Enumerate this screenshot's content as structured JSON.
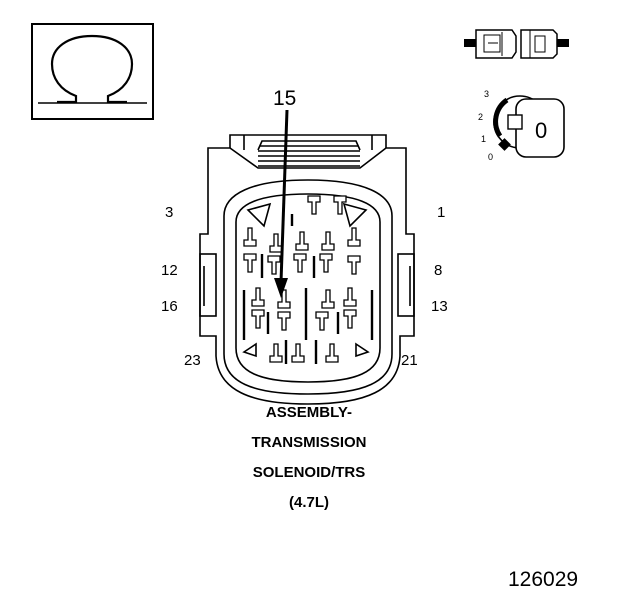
{
  "ohm_symbol": "Ω",
  "callout_pin": "15",
  "pin_labels": {
    "p3": "3",
    "p1": "1",
    "p12": "12",
    "p8": "8",
    "p16": "16",
    "p13": "13",
    "p23": "23",
    "p21": "21"
  },
  "ignition": {
    "positions": [
      "3",
      "2",
      "1",
      "0"
    ],
    "key_label": "0"
  },
  "caption": [
    "ASSEMBLY-",
    "TRANSMISSION",
    "SOLENOID/TRS",
    "(4.7L)"
  ],
  "figure_number": "126029",
  "icons": {
    "meter": "ohmmeter-icon",
    "disconnect": "connector-disconnected-icon",
    "ignition": "ignition-key-off-icon"
  }
}
